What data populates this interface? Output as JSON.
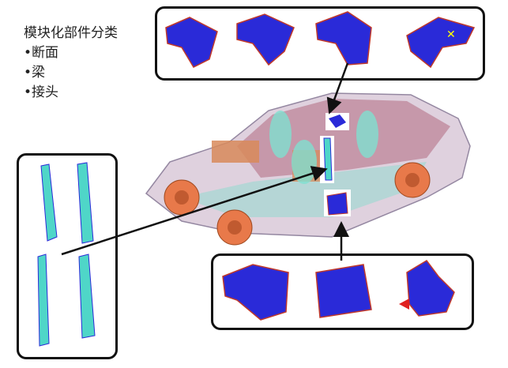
{
  "legend": {
    "title": "模块化部件分类",
    "items": [
      "•断面",
      "•梁",
      "•接头"
    ]
  },
  "colors": {
    "part_blue": "#2a2ad8",
    "edge_red": "#c0392b",
    "beam_cyan": "#4fd6c8",
    "wheel_orange": "#e8794a",
    "car_body": "#c98a9a"
  }
}
